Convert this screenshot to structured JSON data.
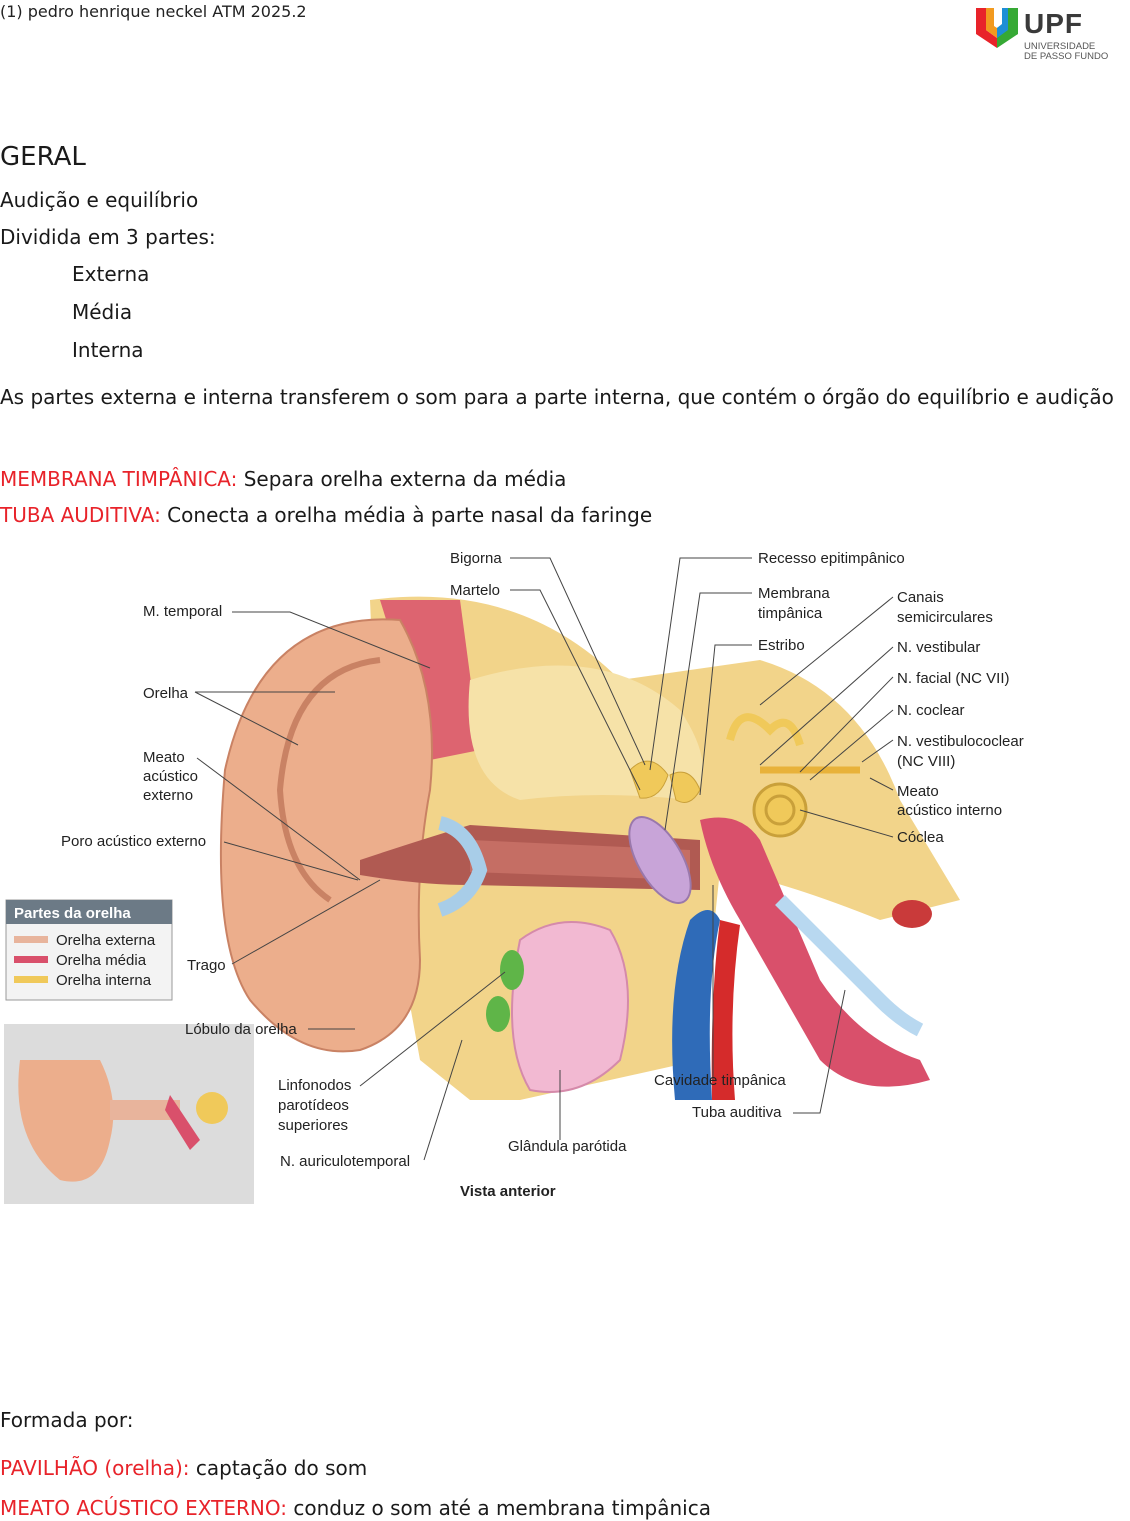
{
  "header": {
    "title": "(1) pedro henrique neckel ATM 2025.2",
    "logo": {
      "word": "UPF",
      "sub1": "UNIVERSIDADE",
      "sub2": "DE PASSO FUNDO"
    }
  },
  "section": {
    "heading": "GERAL",
    "line1": "Audição e equilíbrio",
    "line2": "Dividida em 3 partes:",
    "parts": [
      "Externa",
      "Média",
      "Interna"
    ],
    "paragraph": "As partes externa e interna transferem o som para a parte interna, que contém o órgão do equilíbrio e audição",
    "def1": {
      "term": "MEMBRANA TIMPÂNICA:",
      "text": " Separa orelha externa da média"
    },
    "def2": {
      "term": "TUBA AUDITIVA:",
      "text": " Conecta a orelha média à parte nasal da faringe"
    }
  },
  "figure": {
    "labels": {
      "bigorna": "Bigorna",
      "martelo": "Martelo",
      "recesso": "Recesso epitimpânico",
      "membrana1": "Membrana",
      "membrana2": "timpânica",
      "estribo": "Estribo",
      "canais1": "Canais",
      "canais2": "semicirculares",
      "n_vestibular": "N. vestibular",
      "n_facial": "N. facial (NC VII)",
      "n_coclear": "N. coclear",
      "n_vc1": "N. vestibulococlear",
      "n_vc2": "(NC VIII)",
      "meato_int1": "Meato",
      "meato_int2": "acústico interno",
      "coclea": "Cóclea",
      "m_temporal": "M. temporal",
      "orelha": "Orelha",
      "meato_ext1": "Meato",
      "meato_ext2": "acústico",
      "meato_ext3": "externo",
      "poro": "Poro acústico externo",
      "trago": "Trago",
      "lobulo": "Lóbulo da orelha",
      "linfonodos1": "Linfonodos",
      "linfonodos2": "parotídeos",
      "linfonodos3": "superiores",
      "n_auriculo": "N. auriculotemporal",
      "glandula": "Glândula parótida",
      "cavidade": "Cavidade timpânica",
      "tuba": "Tuba auditiva",
      "vista": "Vista anterior"
    },
    "legend": {
      "title": "Partes da orelha",
      "items": [
        "Orelha externa",
        "Orelha média",
        "Orelha interna"
      ],
      "colors": [
        "#e8b49c",
        "#d9506b",
        "#f0c95a"
      ]
    }
  },
  "footer": {
    "formada": "Formada por:",
    "def3": {
      "term": "PAVILHÃO (orelha):",
      "text": " captação do som"
    },
    "def4": {
      "term": "MEATO ACÚSTICO EXTERNO:",
      "text": " conduz o som até a membrana timpânica"
    }
  }
}
